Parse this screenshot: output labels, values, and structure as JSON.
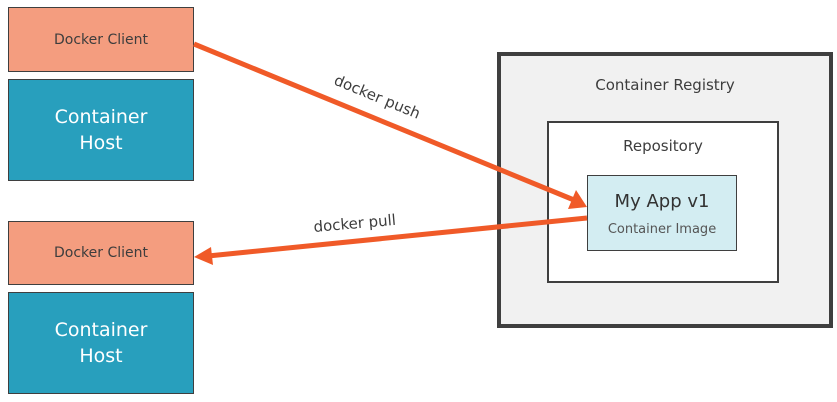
{
  "clients": [
    {
      "client_label": "Docker Client",
      "host_label": "Container Host"
    },
    {
      "client_label": "Docker Client",
      "host_label": "Container Host"
    }
  ],
  "registry": {
    "title": "Container Registry",
    "repository": {
      "title": "Repository",
      "image": {
        "name": "My App v1",
        "type": "Container Image"
      }
    }
  },
  "edges": [
    {
      "label": "docker push",
      "from": "Docker Client (top)",
      "to": "My App v1"
    },
    {
      "label": "docker pull",
      "from": "My App v1",
      "to": "Docker Client (bottom)"
    }
  ],
  "colors": {
    "client": "#f49d7f",
    "host": "#289fbd",
    "arrow": "#f05a28",
    "registry_bg": "#f1f1f1",
    "image_bg": "#d3edf2",
    "border": "#3f3f3f"
  }
}
